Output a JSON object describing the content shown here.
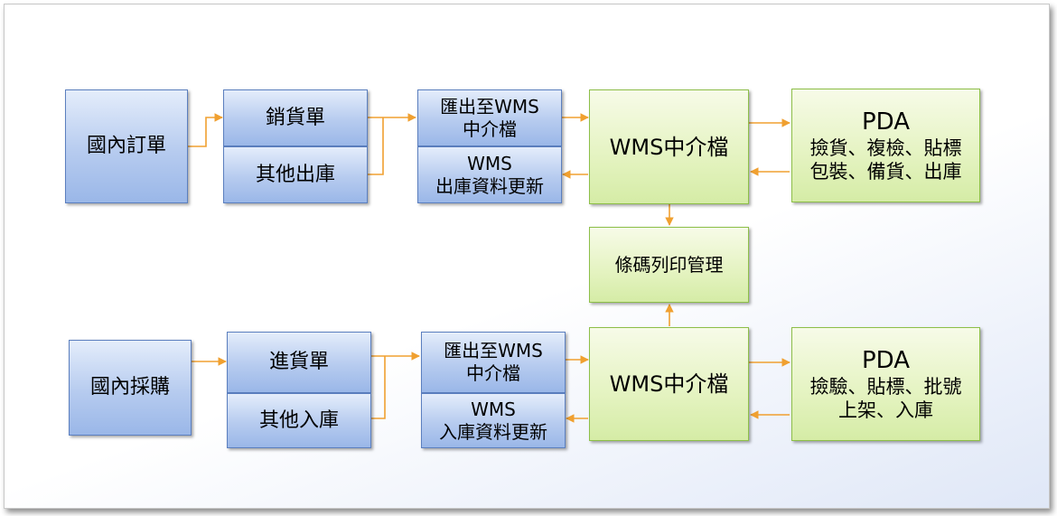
{
  "colors": {
    "arrow": "#f0a030",
    "blue_border": "#5b7fbf",
    "green_border": "#8dbf48"
  },
  "top": {
    "source": "國內訂單",
    "doc1": "銷貨單",
    "doc2": "其他出庫",
    "export_line1": "匯出至WMS",
    "export_line2": "中介檔",
    "update_line1": "WMS",
    "update_line2": "出庫資料更新",
    "middle": "WMS中介檔",
    "pda_title": "PDA",
    "pda_line1": "撿貨、複檢、貼標",
    "pda_line2": "包裝、備貨、出庫"
  },
  "barcode": "條碼列印管理",
  "bottom": {
    "source": "國內採購",
    "doc1": "進貨單",
    "doc2": "其他入庫",
    "export_line1": "匯出至WMS",
    "export_line2": "中介檔",
    "update_line1": "WMS",
    "update_line2": "入庫資料更新",
    "middle": "WMS中介檔",
    "pda_title": "PDA",
    "pda_line1": "撿驗、貼標、批號",
    "pda_line2": "上架、入庫"
  }
}
